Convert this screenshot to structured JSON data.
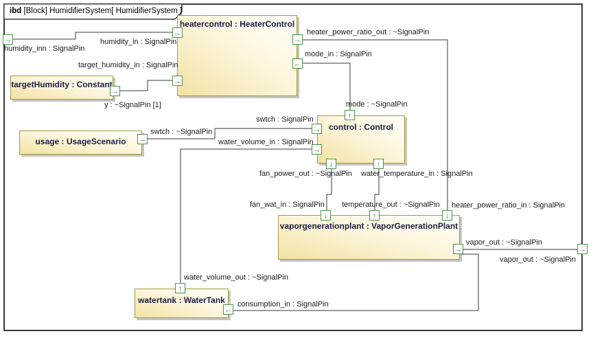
{
  "title": {
    "kind": "ibd",
    "rest": " [Block] HumidifierSystem[ HumidifierSystem ]"
  },
  "blocks": {
    "heatercontrol": {
      "label": "heatercontrol : HeaterControl"
    },
    "targetHumidity": {
      "label": "targetHumidity : Constant"
    },
    "usage": {
      "label": "usage : UsageScenario"
    },
    "control": {
      "label": "control : Control"
    },
    "vaporgenerationplant": {
      "label": "vaporgenerationplant : VaporGenerationPlant"
    },
    "watertank": {
      "label": "watertank : WaterTank"
    }
  },
  "labels": {
    "humidity_inn": "humidity_inn : SignalPin",
    "humidity_in": "humidity_in : SignalPin",
    "target_humidity_in": "target_humidity_in : SignalPin",
    "heater_power_ratio_out": "heater_power_ratio_out : ~SignalPin",
    "mode_in": "mode_in : SignalPin",
    "y_out": "y : ~SignalPin [1]",
    "mode": "mode : ~SignalPin",
    "swtch_usage": "swtch : ~SignalPin",
    "swtch_control": "swtch : SignalPin",
    "water_volume_in": "water_volume_in : SignalPin",
    "fan_power_out": "fan_power_out : ~SignalPin",
    "water_temperature_in": "water_temperature_in : SignalPin",
    "fan_wat_in": "fan_wat_in : SignalPin",
    "temperature_out": "temperature_out : ~SignalPin",
    "heater_power_ratio_in": "heater_power_ratio_in : SignalPin",
    "vapor_out_block": "vapor_out : ~SignalPin",
    "vapor_out_frame": "vapor_out : ~SignalPin",
    "water_volume_out": "water_volume_out : ~SignalPin",
    "consumption_in": "consumption_in : SignalPin"
  },
  "icons": {
    "arrow_right": "→",
    "arrow_left": "←",
    "arrow_up": "↑",
    "arrow_down": "↓"
  },
  "colors": {
    "block_border": "#a69a38",
    "block_fill_light": "#fffffa",
    "block_fill_dark": "#f2e2a2",
    "port_green": "#4e8f4e",
    "frame_border": "#3a3a3a",
    "connector": "#3a3a3a",
    "block_name_text": "#1c1c44",
    "label_text": "#1a1a1a"
  }
}
